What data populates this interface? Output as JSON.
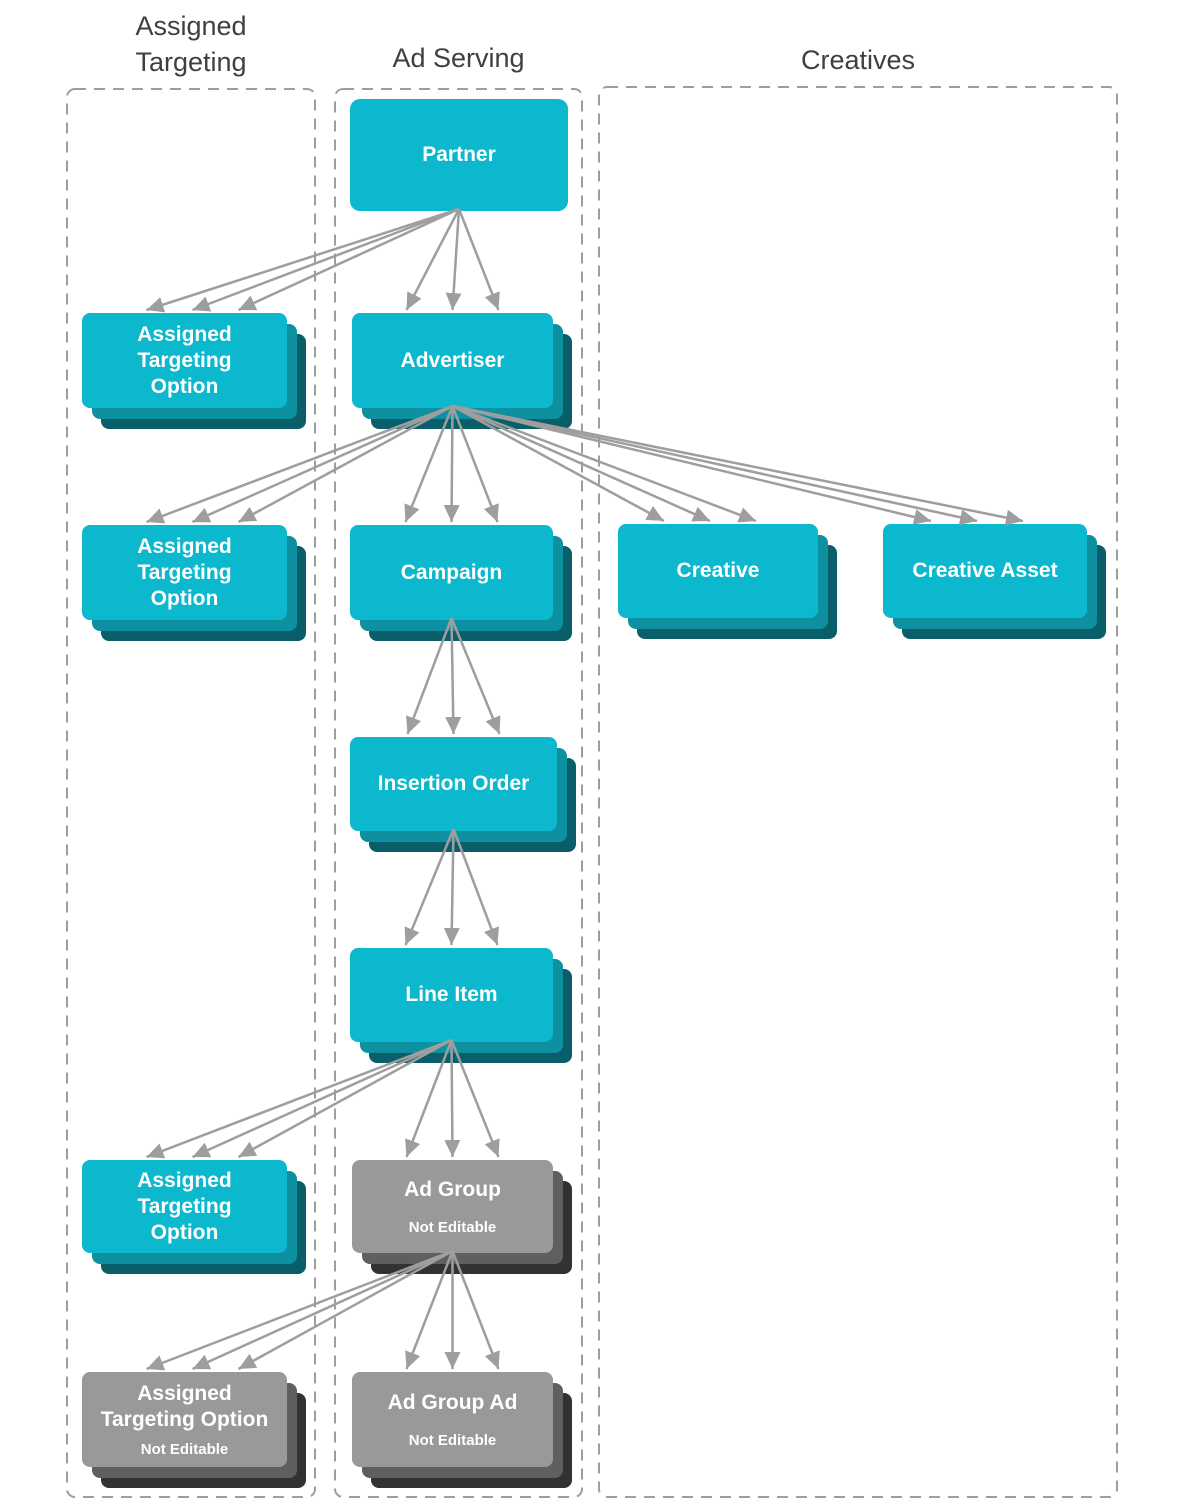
{
  "headers": {
    "assigned_targeting": "Assigned\nTargeting",
    "ad_serving": "Ad Serving",
    "creatives": "Creatives"
  },
  "nodes": {
    "partner": {
      "label": "Partner"
    },
    "ato1": {
      "label": "Assigned\nTargeting\nOption"
    },
    "advertiser": {
      "label": "Advertiser"
    },
    "ato2": {
      "label": "Assigned\nTargeting\nOption"
    },
    "campaign": {
      "label": "Campaign"
    },
    "creative": {
      "label": "Creative"
    },
    "creative_asset": {
      "label": "Creative Asset"
    },
    "insertion_order": {
      "label": "Insertion Order"
    },
    "line_item": {
      "label": "Line Item"
    },
    "ato3": {
      "label": "Assigned\nTargeting\nOption"
    },
    "ad_group": {
      "label": "Ad Group",
      "sublabel": "Not Editable"
    },
    "ato4": {
      "label": "Assigned\nTargeting Option",
      "sublabel": "Not Editable"
    },
    "ad_group_ad": {
      "label": "Ad Group Ad",
      "sublabel": "Not Editable"
    }
  },
  "edges": [
    {
      "from": "partner",
      "to": "ato1"
    },
    {
      "from": "partner",
      "to": "advertiser"
    },
    {
      "from": "advertiser",
      "to": "ato2"
    },
    {
      "from": "advertiser",
      "to": "campaign"
    },
    {
      "from": "advertiser",
      "to": "creative"
    },
    {
      "from": "advertiser",
      "to": "creative_asset"
    },
    {
      "from": "campaign",
      "to": "insertion_order"
    },
    {
      "from": "insertion_order",
      "to": "line_item"
    },
    {
      "from": "line_item",
      "to": "ato3"
    },
    {
      "from": "line_item",
      "to": "ad_group"
    },
    {
      "from": "ad_group",
      "to": "ato4"
    },
    {
      "from": "ad_group",
      "to": "ad_group_ad"
    }
  ],
  "colors": {
    "teal_front": "#0cb8cd",
    "teal_mid": "#0d90a0",
    "teal_back": "#095e69",
    "gray_front": "#999999",
    "gray_mid": "#5f5f5f",
    "gray_back": "#323232",
    "arrow": "#9e9e9e",
    "column_border": "#9e9e9e",
    "header_text": "#3c4043",
    "node_text": "#ffffff"
  }
}
